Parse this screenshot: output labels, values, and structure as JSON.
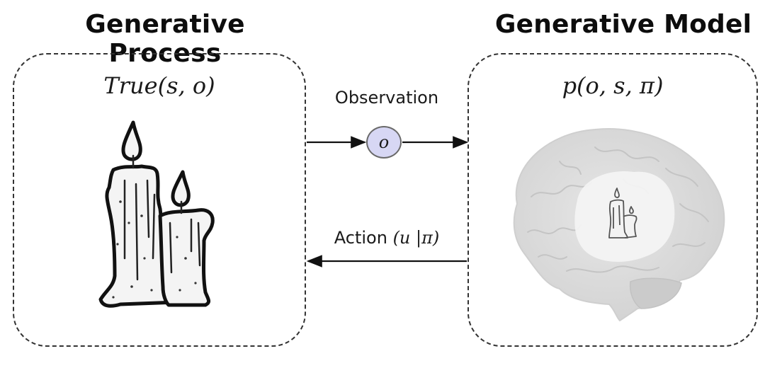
{
  "left_panel": {
    "title": "Generative Process",
    "formula": "True(s, o)",
    "illustration": "candles-icon"
  },
  "right_panel": {
    "title": "Generative Model",
    "formula": "p(o, s, π)",
    "illustration": "brain-with-candle-icon"
  },
  "connections": {
    "observation": {
      "label": "Observation",
      "node_symbol": "o",
      "direction": "left-to-right",
      "node_color": "#d7d7f4"
    },
    "action": {
      "label_text": "Action ",
      "label_math": "(u |π)",
      "direction": "right-to-left"
    }
  }
}
